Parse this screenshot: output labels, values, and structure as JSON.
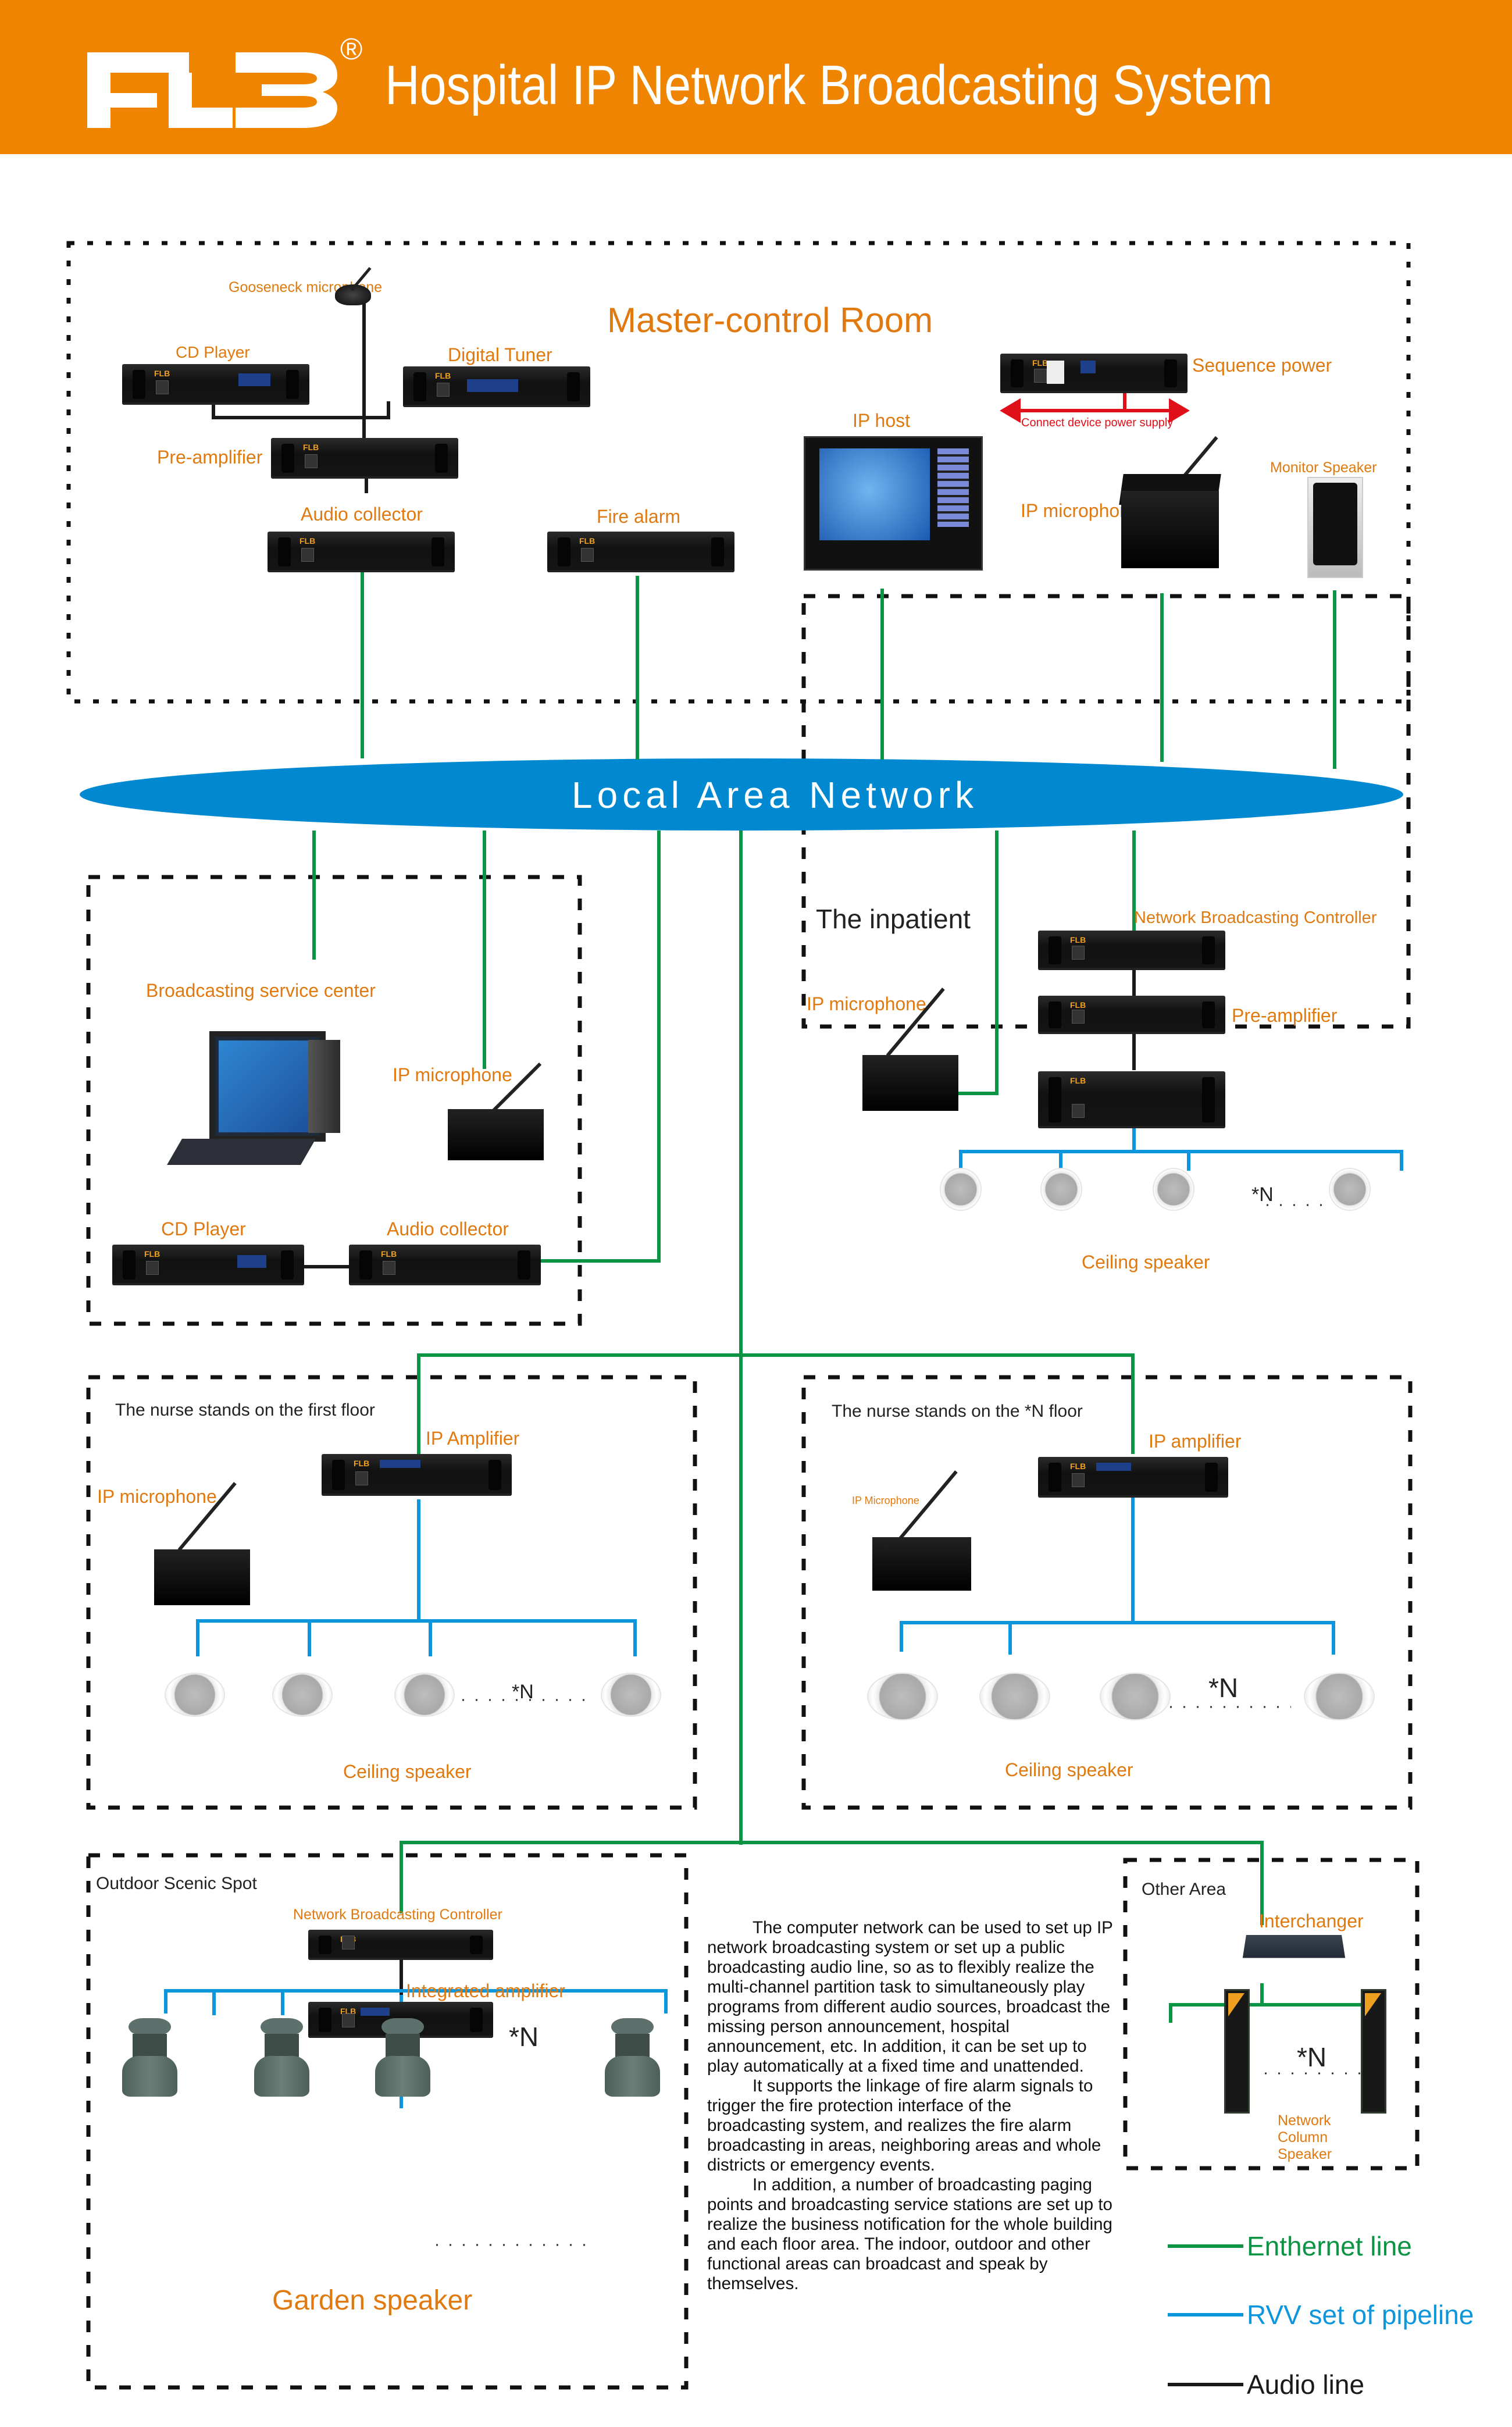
{
  "header": {
    "brand": "FLB",
    "registered": "®",
    "title": "Hospital IP Network Broadcasting System",
    "background_color": "#ee8400"
  },
  "network": {
    "label": "Local Area Network",
    "color": "#0089d1"
  },
  "master_control_room": {
    "title": "Master-control Room",
    "devices": {
      "gooseneck_microphone": "Gooseneck microphone",
      "cd_player": "CD Player",
      "digital_tuner": "Digital Tuner",
      "pre_amplifier": "Pre-amplifier",
      "audio_collector": "Audio collector",
      "fire_alarm": "Fire alarm",
      "sequence_power": "Sequence power",
      "connect_power_note": "Connect device power supply",
      "ip_host": "IP host",
      "ip_microphone": "IP microphone",
      "monitor_speaker": "Monitor Speaker"
    }
  },
  "service_center": {
    "title": "Broadcasting service center",
    "ip_microphone": "IP microphone",
    "cd_player": "CD Player",
    "audio_collector": "Audio collector"
  },
  "inpatient": {
    "title": "The inpatient",
    "ip_microphone": "IP microphone",
    "network_controller": "Network Broadcasting Controller",
    "pre_amplifier": "Pre-amplifier",
    "speakers_label": "Ceiling speaker",
    "multiplier": "*N"
  },
  "nurse_first_floor": {
    "title": "The nurse stands on the first floor",
    "ip_amplifier": "IP Amplifier",
    "ip_microphone": "IP microphone",
    "speakers_label": "Ceiling speaker",
    "multiplier": "*N"
  },
  "nurse_n_floor": {
    "title": "The nurse stands on the *N floor",
    "ip_amplifier": "IP amplifier",
    "ip_microphone": "IP Microphone",
    "speakers_label": "Ceiling speaker",
    "multiplier": "*N"
  },
  "outdoor": {
    "title": "Outdoor Scenic Spot",
    "network_controller": "Network Broadcasting Controller",
    "integrated_amplifier": "Integrated amplifier",
    "speakers_label": "Garden speaker",
    "multiplier": "*N"
  },
  "other_area": {
    "title": "Other Area",
    "interchanger": "Interchanger",
    "speaker_label_lines": [
      "Network",
      "Column",
      "Speaker"
    ],
    "multiplier": "*N"
  },
  "description": {
    "paragraphs": [
      "The computer network can be used to set up IP network broadcasting system or set up a public broadcasting audio line, so as to flexibly realize the multi-channel partition task to simultaneously play programs from different audio sources, broadcast the missing person announcement, hospital announcement, etc. In addition, it can be set up to play automatically at a fixed time and unattended.",
      "It supports the linkage of fire alarm signals to trigger the fire protection interface of the broadcasting system, and realizes the fire alarm broadcasting in areas, neighboring areas and whole districts or emergency events.",
      "In addition, a number of broadcasting paging points and broadcasting service stations are set up to realize the business notification for the whole building and each floor area. The indoor, outdoor and other functional areas can broadcast and speak by themselves."
    ]
  },
  "legend": [
    {
      "label": "Enthernet line",
      "color": "#0b9444"
    },
    {
      "label": "RVV set of pipeline",
      "color": "#0d96db"
    },
    {
      "label": "Audio line",
      "color": "#1a1a1a"
    }
  ],
  "colors": {
    "label_orange": "#e07a10",
    "ethernet_green": "#0b9444",
    "rvv_blue": "#0d96db",
    "audio_black": "#1a1a1a",
    "power_red": "#e0101a"
  }
}
